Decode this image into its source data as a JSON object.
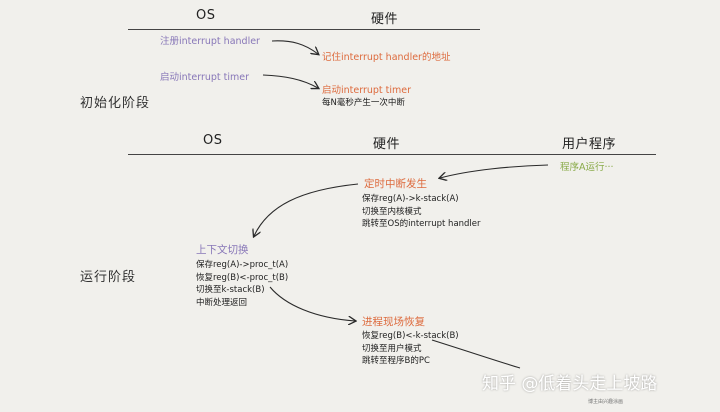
{
  "top": {
    "col_os": "OS",
    "col_hw": "硬件",
    "os_items": [
      "注册interrupt handler",
      "启动interrupt timer"
    ],
    "hw_items": [
      "记住interrupt handler的地址",
      "启动interrupt timer"
    ],
    "hw_note": "每N毫秒产生一次中断",
    "section_label": "初始化阶段"
  },
  "bottom": {
    "col_os": "OS",
    "col_hw": "硬件",
    "col_program": "用户程序",
    "program_item": "程序A运行···",
    "section_label": "运行阶段",
    "interrupt": {
      "title": "定时中断发生",
      "lines": [
        "保存reg(A)->k-stack(A)",
        "切换至内核模式",
        "跳转至OS的interrupt handler"
      ]
    },
    "context_switch": {
      "title": "上下文切换",
      "lines": [
        "保存reg(A)->proc_t(A)",
        "恢复reg(B)<-proc_t(B)",
        "切换至k-stack(B)",
        "中断处理返回"
      ]
    },
    "restore": {
      "title": "进程现场恢复",
      "lines": [
        "恢复reg(B)<-k-stack(B)",
        "切换至用户模式",
        "跳转至程序B的PC"
      ]
    }
  },
  "watermark": "知乎 @低着头走上坡路",
  "signature": "博主由兴趣涂画"
}
